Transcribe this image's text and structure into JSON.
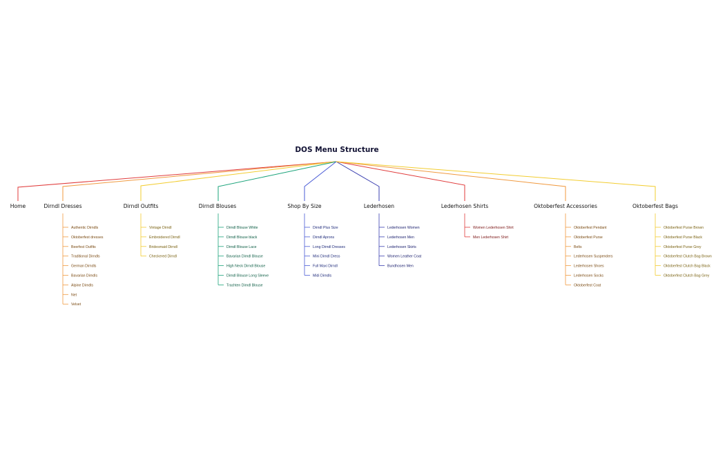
{
  "title": "DOS Menu Structure",
  "categories": [
    {
      "label": "Home",
      "color": "#e03a3a",
      "text_color": "#7a1e12",
      "items": []
    },
    {
      "label": "Dirndl Dresses",
      "color": "#f0993e",
      "text_color": "#7a4a12",
      "items": [
        "Authentic Dirndls",
        "Oktoberfest dresses",
        "Beerfest Outfits",
        "Traditional Dirndls",
        "German Dirndls",
        "Bavarian Dirndls",
        "Alpine Dirndls",
        "Net",
        "Velvet"
      ]
    },
    {
      "label": "Dirndl Outfits",
      "color": "#f2cc2e",
      "text_color": "#7a6212",
      "items": [
        "Vintage Dirndl",
        "Embroidered Dirndl",
        "Bridesmaid Dirndl",
        "Checkered Dirndl"
      ]
    },
    {
      "label": "Dirndl Blouses",
      "color": "#1aa37a",
      "text_color": "#0d5e45",
      "items": [
        "Dirndl Blouse White",
        "Dirndl Blouse black",
        "Dirndl Blouse Lace",
        "Bavarian Dirndl Blouse",
        "High Neck Dirndl Blouse",
        "Dirndl Blouse Long Sleeve",
        "Trachten Dirndl Blouse"
      ]
    },
    {
      "label": "Shop By Size",
      "color": "#4a5bd6",
      "text_color": "#1e2a7a",
      "items": [
        "Dirndl Plus Size",
        "Dirndl Aprons",
        "Long Dirndl Dresses",
        "Mini Dirndl Dress",
        "Full Maxi Dirndl",
        "Midi Dirndls"
      ]
    },
    {
      "label": "Lederhosen",
      "color": "#3a3fb0",
      "text_color": "#1e2270",
      "items": [
        "Lederhosen Women",
        "Lederhosen Men",
        "Lederhosen Skirts",
        "Women Leather Coat",
        "Bundhosen Men"
      ]
    },
    {
      "label": "Lederhosen Shirts",
      "color": "#e03a3a",
      "text_color": "#7a1212",
      "items": [
        "Women Lederhosen Shirt",
        "Men Lederhosen Shirt"
      ]
    },
    {
      "label": "Oktoberfest Accessories",
      "color": "#f0993e",
      "text_color": "#7a4a12",
      "items": [
        "Oktoberfest Pendant",
        "Oktoberfest Purse",
        "Belts",
        "Lederhosen Suspenders",
        "Lederhosen Shoes",
        "Lederhosen Socks",
        "Oktoberfest Coat"
      ]
    },
    {
      "label": "Oktoberfest Bags",
      "color": "#f2cc2e",
      "text_color": "#7a6212",
      "items": [
        "Oktoberfest Purse Brown",
        "Oktoberfest Purse Black",
        "Oktoberfest Purse Grey",
        "Oktoberfest Clutch Bag Brown",
        "Oktoberfest Clutch Bag Black",
        "Oktoberfest Clutch Bag Grey"
      ]
    }
  ]
}
